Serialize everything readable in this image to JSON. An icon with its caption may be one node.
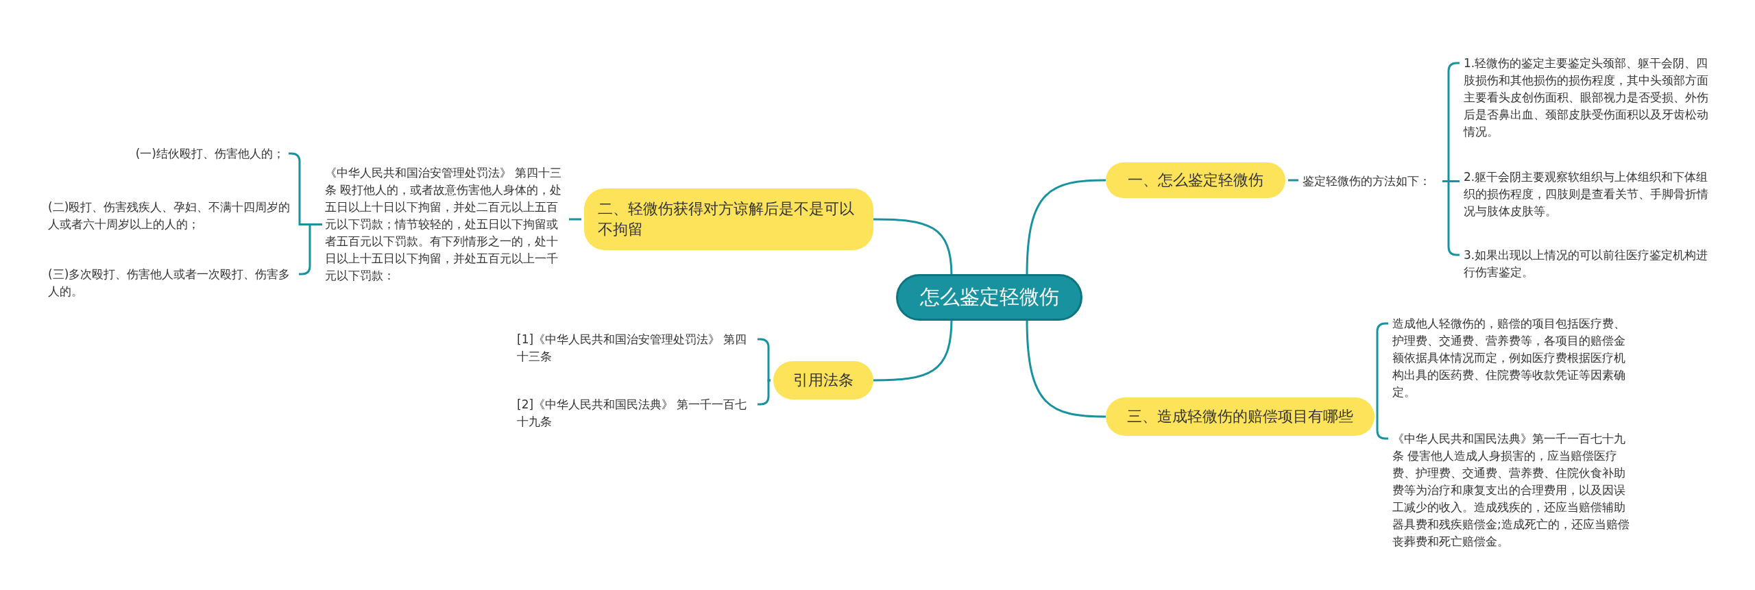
{
  "diagram": {
    "nodes": [
      {
        "text": [
          "怎么鉴定轻微伤"
        ]
      },
      {
        "text": [
          "一、怎么鉴定轻微伤"
        ]
      },
      {
        "text": [
          "鉴定轻微伤的方法如下："
        ]
      },
      {
        "text": [
          "1.轻微伤的鉴定主要鉴定头颈部、躯干会阴、四肢损伤和其他损伤的损伤程度，其中头颈部方面主要看头皮创伤面积、眼部视力是否受损、外伤后是否鼻出血、颈部皮肤受伤面积以及牙齿松动情况。"
        ]
      },
      {
        "text": [
          "2.躯干会阴主要观察软组织与上体组织和下体组织的损伤程度，四肢则是查看关节、手脚骨折情况与肢体皮肤等。"
        ]
      },
      {
        "text": [
          "3.如果出现以上情况的可以前往医疗鉴定机构进行伤害鉴定。"
        ]
      },
      {
        "text": [
          "二、轻微伤获得对方谅解后是不是可以不拘留"
        ]
      },
      {
        "text": [
          "《中华人民共和国治安管理处罚法》 第四十三条 殴打他人的，或者故意伤害他人身体的，处五日以上十日以下拘留，并处二百元以上五百元以下罚款；情节较轻的，处五日以下拘留或者五百元以下罚款。有下列情形之一的，处十日以上十五日以下拘留，并处五百元以上一千元以下罚款："
        ]
      },
      {
        "text": [
          "(一)结伙殴打、伤害他人的；"
        ]
      },
      {
        "text": [
          "(二)殴打、伤害残疾人、孕妇、不满十四周岁的人或者六十周岁以上的人的；"
        ]
      },
      {
        "text": [
          "(三)多次殴打、伤害他人或者一次殴打、伤害多人的。"
        ]
      },
      {
        "text": [
          "引用法条"
        ]
      },
      {
        "text": [
          "[1]《中华人民共和国治安管理处罚法》 第四十三条"
        ]
      },
      {
        "text": [
          "[2]《中华人民共和国民法典》 第一千一百七十九条"
        ]
      },
      {
        "text": [
          "三、造成轻微伤的赔偿项目有哪些"
        ]
      },
      {
        "text": [
          "造成他人轻微伤的，赔偿的项目包括医疗费、护理费、交通费、营养费等，各项目的赔偿金额依据具体情况而定，例如医疗费根据医疗机构出具的医药费、住院费等收款凭证等因素确定。"
        ]
      },
      {
        "text": [
          "《中华人民共和国民法典》第一千一百七十九条 侵害他人造成人身损害的，应当赔偿医疗费、护理费、交通费、营养费、住院伙食补助费等为治疗和康复支出的合理费用，以及因误工减少的收入。造成残疾的，还应当赔偿辅助器具费和残疾赔偿金;造成死亡的，还应当赔偿丧葬费和死亡赔偿金。"
        ]
      }
    ],
    "edges": [
      {
        "from": 0,
        "to": 1,
        "arrow": "none"
      },
      {
        "from": 0,
        "to": 6,
        "arrow": "none"
      },
      {
        "from": 0,
        "to": 11,
        "arrow": "none"
      },
      {
        "from": 0,
        "to": 14,
        "arrow": "none"
      },
      {
        "from": 1,
        "to": 2,
        "arrow": "none"
      },
      {
        "from": 2,
        "to": 3,
        "arrow": "none"
      },
      {
        "from": 2,
        "to": 4,
        "arrow": "none"
      },
      {
        "from": 2,
        "to": 5,
        "arrow": "none"
      },
      {
        "from": 6,
        "to": 7,
        "arrow": "none"
      },
      {
        "from": 7,
        "to": 8,
        "arrow": "none"
      },
      {
        "from": 7,
        "to": 9,
        "arrow": "none"
      },
      {
        "from": 7,
        "to": 10,
        "arrow": "none"
      },
      {
        "from": 11,
        "to": 12,
        "arrow": "none"
      },
      {
        "from": 11,
        "to": 13,
        "arrow": "none"
      },
      {
        "from": 14,
        "to": 15,
        "arrow": "none"
      },
      {
        "from": 14,
        "to": 16,
        "arrow": "none"
      }
    ]
  }
}
